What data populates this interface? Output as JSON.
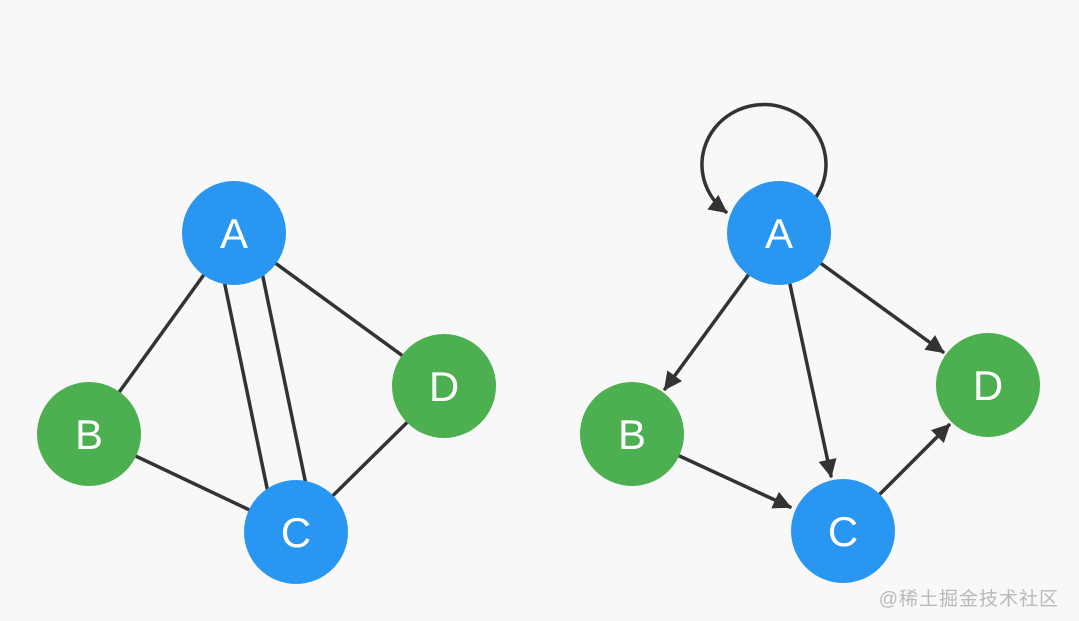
{
  "colors": {
    "background": "#f8f8f8",
    "node_blue": "#2997f2",
    "node_green": "#4caf50",
    "edge_color": "#333333",
    "label_color": "#ffffff",
    "watermark_color": "#b9b9b9"
  },
  "watermark": {
    "text": "@稀土掘金技术社区"
  },
  "graphs": {
    "left": {
      "kind": "undirected multigraph",
      "nodes": [
        {
          "label": "A",
          "color": "#2997f2"
        },
        {
          "label": "B",
          "color": "#4caf50"
        },
        {
          "label": "C",
          "color": "#2997f2"
        },
        {
          "label": "D",
          "color": "#4caf50"
        }
      ],
      "edges": [
        {
          "from": "A",
          "to": "B"
        },
        {
          "from": "A",
          "to": "C"
        },
        {
          "from": "A",
          "to": "C"
        },
        {
          "from": "A",
          "to": "D"
        },
        {
          "from": "B",
          "to": "C"
        },
        {
          "from": "C",
          "to": "D"
        }
      ]
    },
    "right": {
      "kind": "directed graph with self-loop",
      "nodes": [
        {
          "label": "A",
          "color": "#2997f2"
        },
        {
          "label": "B",
          "color": "#4caf50"
        },
        {
          "label": "C",
          "color": "#2997f2"
        },
        {
          "label": "D",
          "color": "#4caf50"
        }
      ],
      "edges": [
        {
          "from": "A",
          "to": "A"
        },
        {
          "from": "A",
          "to": "B"
        },
        {
          "from": "A",
          "to": "C"
        },
        {
          "from": "A",
          "to": "D"
        },
        {
          "from": "B",
          "to": "C"
        },
        {
          "from": "C",
          "to": "D"
        }
      ]
    }
  }
}
